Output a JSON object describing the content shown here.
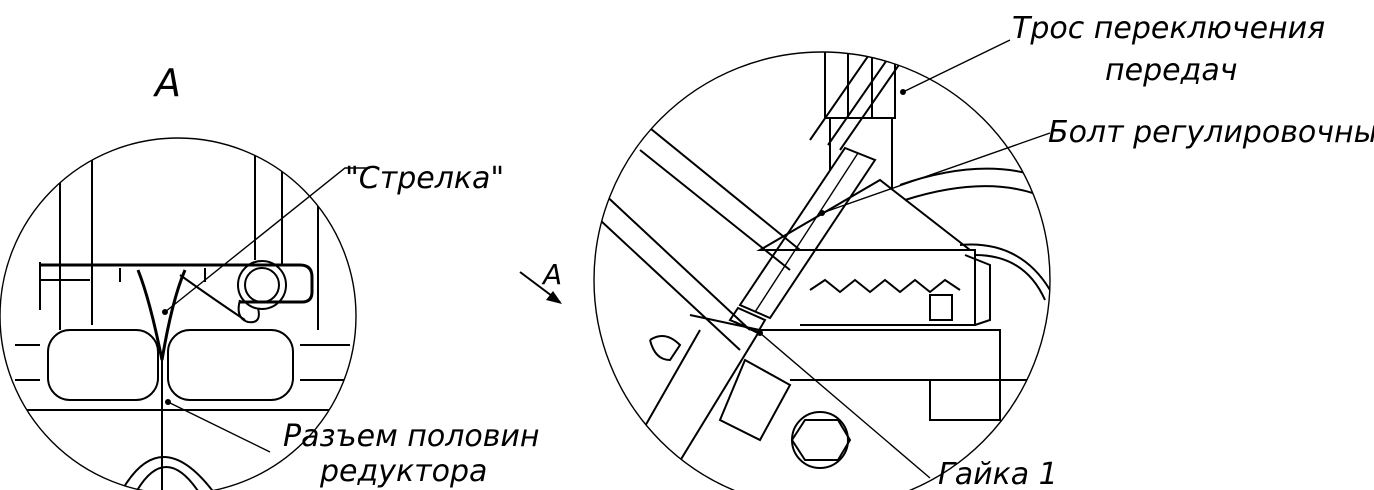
{
  "view_left": {
    "view_letter": "А",
    "callouts": {
      "arrow": "\"Стрелка\"",
      "split_line_1": "Разъем половин",
      "split_line_2": "редуктора"
    }
  },
  "view_right": {
    "direction_letter": "А",
    "callouts": {
      "cable_1": "Трос переключения",
      "cable_2": "передач",
      "bolt": "Болт регулировочный",
      "nut": "Гайка 1"
    }
  }
}
